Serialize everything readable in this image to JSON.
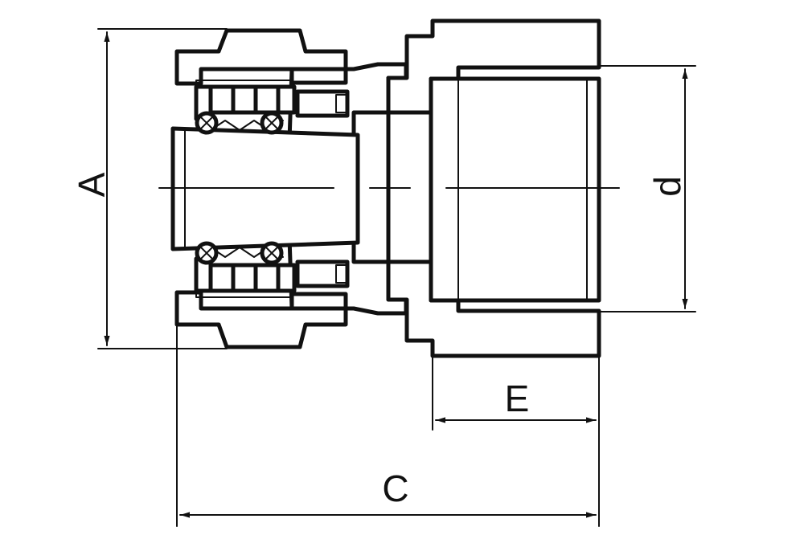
{
  "diagram": {
    "labels": {
      "A": "A",
      "C": "C",
      "d": "d",
      "E": "E"
    },
    "colors": {
      "line": "#111111",
      "background": "#ffffff"
    }
  }
}
